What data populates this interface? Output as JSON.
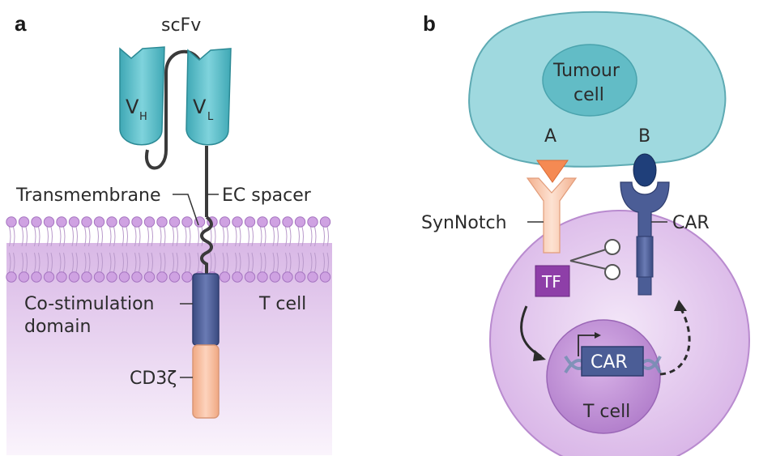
{
  "panel_a": {
    "letter": "a",
    "scfv": "scFv",
    "vh_main": "V",
    "vh_sub": "H",
    "vl_main": "V",
    "vl_sub": "L",
    "transmembrane": "Transmembrane",
    "ec_spacer": "EC spacer",
    "t_cell": "T cell",
    "costim_line1": "Co-stimulation",
    "costim_line2": "domain",
    "cd3z": "CD3ζ"
  },
  "panel_b": {
    "letter": "b",
    "tumour_line1": "Tumour",
    "tumour_line2": "cell",
    "antigen_a": "A",
    "antigen_b": "B",
    "synnotch": "SynNotch",
    "car": "CAR",
    "tf": "TF",
    "car_gene": "CAR",
    "t_cell": "T cell"
  },
  "colors": {
    "teal": "#5fc3cf",
    "teal_dark": "#2f8f99",
    "membrane_purple": "#c9a3dc",
    "cytoplasm_purple": "#e2c7ec",
    "costim_blue": "#4b5d96",
    "cd3z_peach": "#f7bc9c",
    "tf_purple": "#8e3fa8",
    "antigen_orange": "#f58a53",
    "antigen_navy": "#1f3f7a"
  }
}
